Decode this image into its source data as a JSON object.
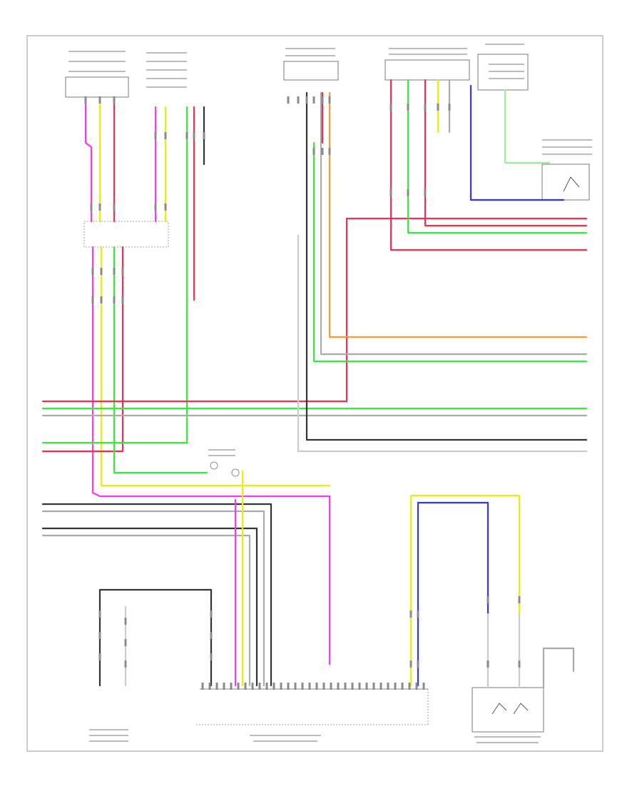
{
  "diagram": {
    "title": "",
    "page_marker": "",
    "colors": {
      "pink": "#ff33ff",
      "yellow": "#eeee00",
      "red": "#ff2a4a",
      "green": "#33ee33",
      "light_green": "#99ee99",
      "blue": "#3333ff",
      "orange": "#ff9933",
      "black": "#333333",
      "gray": "#aaaaaa",
      "light_gray": "#cccccc"
    },
    "components": [
      {
        "id": "front-right-seat-heater",
        "label": ""
      },
      {
        "id": "front-left-seat-heater",
        "label": ""
      },
      {
        "id": "front-power-seat-switch",
        "label": ""
      },
      {
        "id": "lamp-control-module",
        "label": ""
      },
      {
        "id": "air-distribution-module",
        "label": ""
      },
      {
        "id": "occupant-sensor",
        "label": ""
      },
      {
        "id": "junction-connector",
        "label": ""
      },
      {
        "id": "center-connector",
        "label": ""
      },
      {
        "id": "seat-heater-module",
        "label": ""
      },
      {
        "id": "switch-assembly",
        "label": ""
      },
      {
        "id": "ground-point",
        "label": ""
      }
    ]
  }
}
